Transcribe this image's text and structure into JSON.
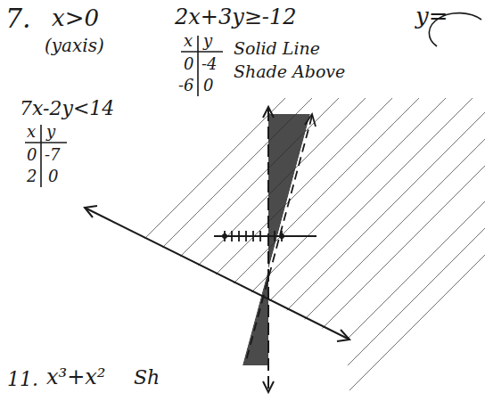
{
  "diagram": {
    "labels": [
      "7.",
      "x>0",
      "(yaxis)",
      "2x+3y≥-12",
      "y=",
      "x",
      "y",
      "0",
      "-4",
      "-6",
      "0",
      "Solid Line",
      "Shade Above",
      "7x-2y<14",
      "x",
      "y",
      "0",
      "-7",
      "2",
      "0",
      "11.",
      "x³+x²",
      "Sh"
    ]
  }
}
